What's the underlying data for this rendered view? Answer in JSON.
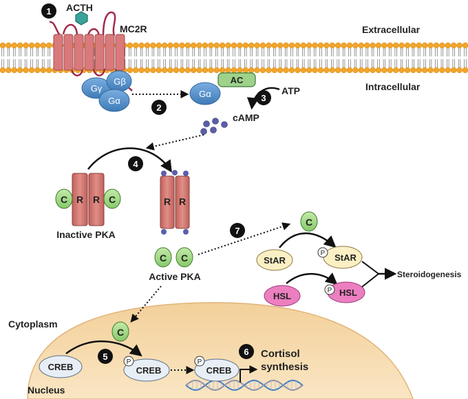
{
  "labels": {
    "acth": "ACTH",
    "mc2r": "MC2R",
    "extracellular": "Extracellular",
    "intracellular": "Intracellular",
    "g_gamma": "Gγ",
    "g_beta": "Gβ",
    "g_alpha": "Gα",
    "g_alpha_free": "Gα",
    "ac": "AC",
    "atp": "ATP",
    "camp": "cAMP",
    "inactive_pka": "Inactive PKA",
    "active_pka": "Active PKA",
    "star": "StAR",
    "p_star": "StAR",
    "hsl": "HSL",
    "p_hsl": "HSL",
    "steroidogenesis": "Steroidogenesis",
    "cytoplasm": "Cytoplasm",
    "nucleus": "Nucleus",
    "creb": "CREB",
    "p_creb": "CREB",
    "p_creb_dna": "CREB",
    "cortisol_line1": "Cortisol",
    "cortisol_line2": "synthesis",
    "r": "R",
    "c": "C",
    "p": "P"
  },
  "steps": [
    "1",
    "2",
    "3",
    "4",
    "5",
    "6",
    "7"
  ],
  "colors": {
    "membrane_head": "#f2a52a",
    "receptor": "#d9797c",
    "g_protein": "#5c93c9",
    "ac_green": "#9ed28a",
    "pka_subunit": "#d57e76",
    "catalytic": "#a6dc8a",
    "star_fill": "#fbefc4",
    "hsl_fill": "#ec7fc0",
    "camp_dot": "#5b5ea8",
    "nucleus_fill": "#f6d8a7"
  }
}
